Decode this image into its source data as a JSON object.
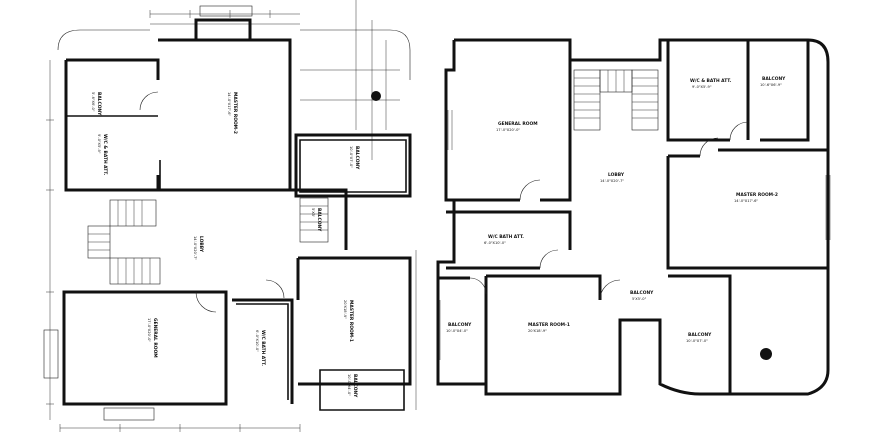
{
  "right_plan": {
    "general_room": {
      "name": "GENERAL ROOM",
      "dims": "17'-0\"X20'-0\""
    },
    "wc_bath_top": {
      "name": "W/C & BATH ATT.",
      "dims": "9'-0\"X5'-9\""
    },
    "balcony_top": {
      "name": "BALCONY",
      "dims": "10'-6\"X6'-9\""
    },
    "lobby": {
      "name": "LOBBY",
      "dims": "14'-0\"X20'-7\""
    },
    "master_room_2": {
      "name": "MASTER ROOM-2",
      "dims": "14'-0\"X17'-6\""
    },
    "wc_bath_mid": {
      "name": "W/C BATH ATT.",
      "dims": "6'-0\"X10'-0\""
    },
    "balcony_small": {
      "name": "BALCONY",
      "dims": "5'X5'-0\""
    },
    "balcony_left": {
      "name": "BALCONY",
      "dims": "10'-0\"X4'-0\""
    },
    "master_room_1": {
      "name": "MASTER ROOM-1",
      "dims": "20'X18'-9\""
    },
    "balcony_right": {
      "name": "BALCONY",
      "dims": "10'-0\"X7'-0\""
    }
  },
  "left_plan": {
    "balcony_tl": {
      "name": "BALCONY",
      "dims": "5'-6\"X6'-0\""
    },
    "master_room_2": {
      "name": "MASTER ROOM-2",
      "dims": "14'-0\"X17'-6\""
    },
    "wc_bath": {
      "name": "W/C & BATH ATT.",
      "dims": "9'-0\"X5'-9\""
    },
    "balcony_r": {
      "name": "BALCONY",
      "dims": "10'-0\"X7'-0\""
    },
    "lobby": {
      "name": "LOBBY",
      "dims": "14'-0\"X20'-7\""
    },
    "balcony_small": {
      "name": "BALCONY",
      "dims": "5'X5'"
    },
    "general_room": {
      "name": "GENERAL ROOM",
      "dims": "17'-0\"X20'-0\""
    },
    "wc_bath_bot": {
      "name": "W/C BATH ATT.",
      "dims": "6'-0\"X10'-0\""
    },
    "master_room_1": {
      "name": "MASTER ROOM-1",
      "dims": "20'X18'-9\""
    },
    "balcony_bot": {
      "name": "BALCONY",
      "dims": "10'-0\"X4'-0\""
    }
  }
}
